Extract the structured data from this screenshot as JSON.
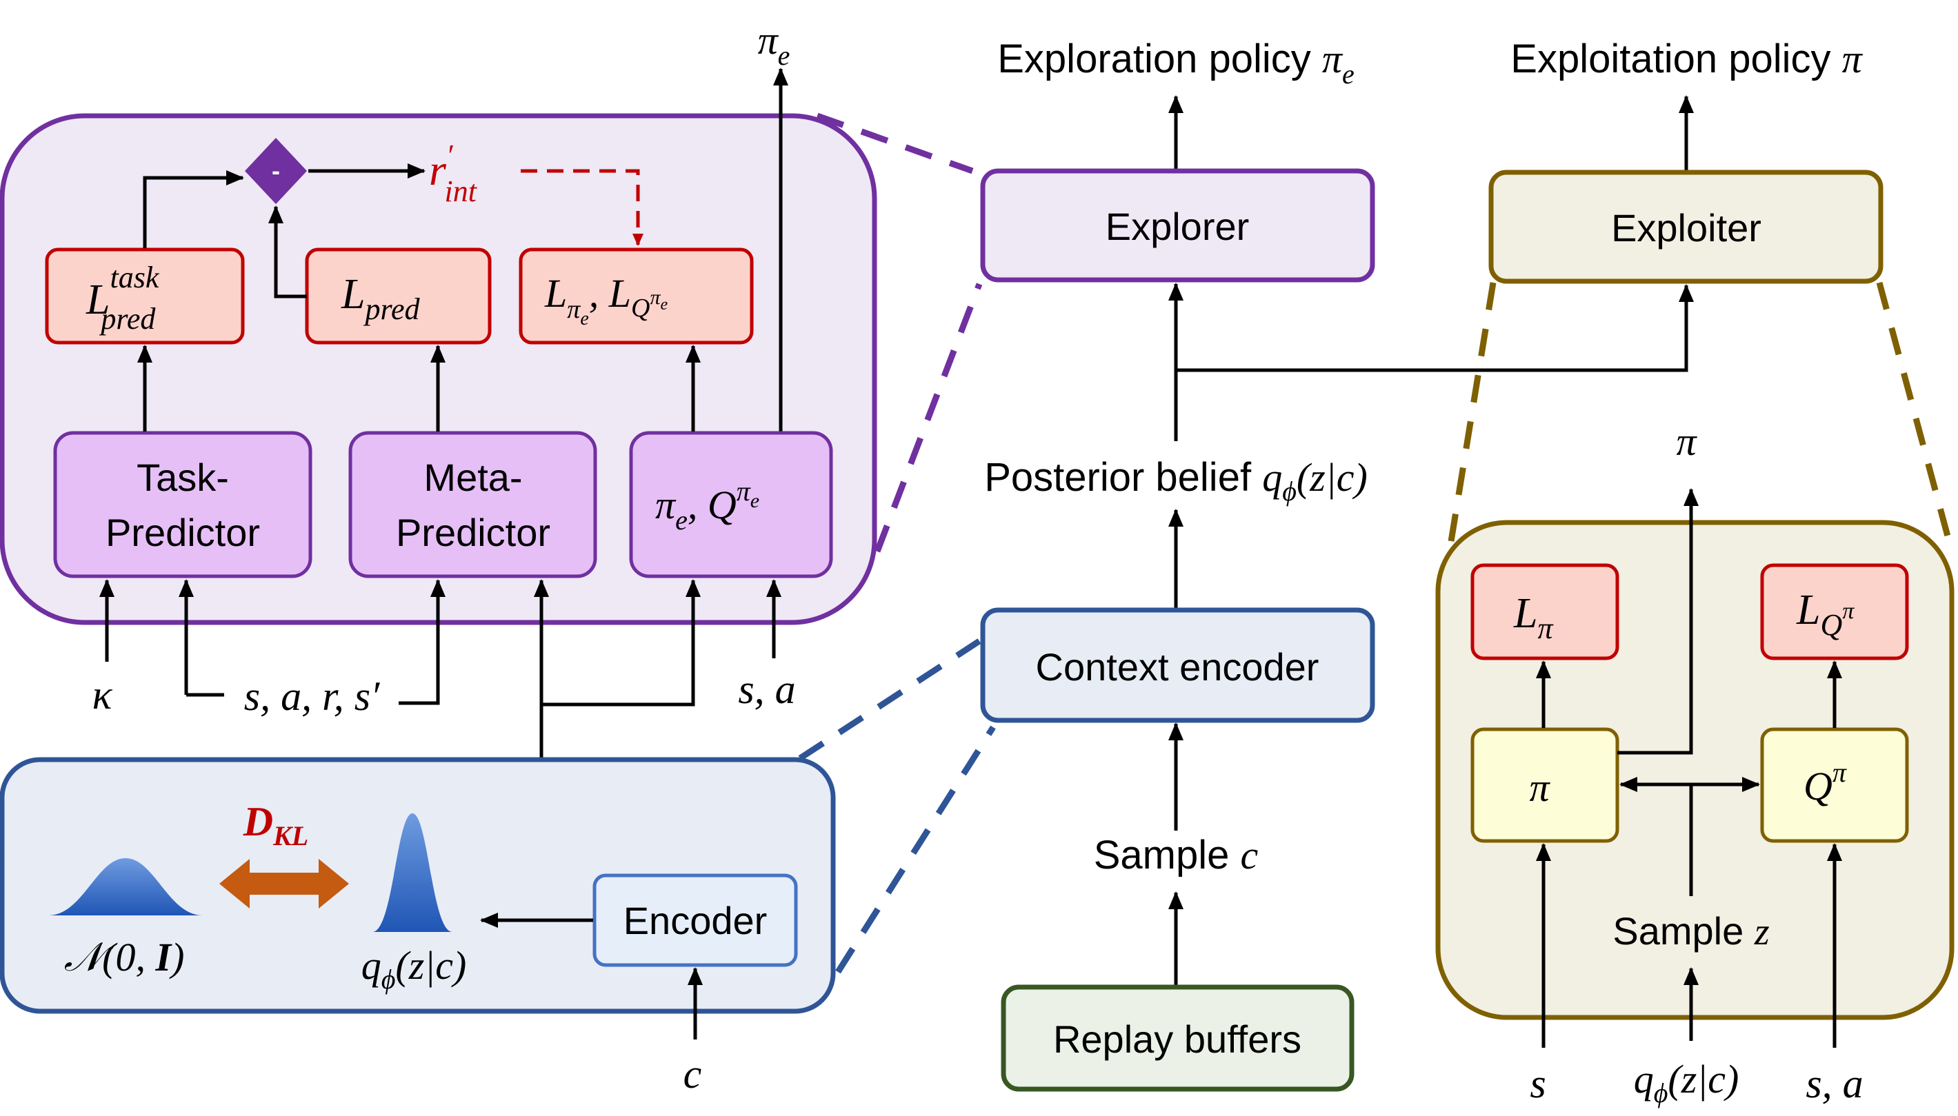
{
  "center": {
    "exploration_policy_label": "Exploration policy ",
    "exploitation_policy_label": "Exploitation policy ",
    "explorer": "Explorer",
    "exploiter": "Exploiter",
    "posterior_belief_label": "Posterior belief ",
    "context_encoder": "Context encoder",
    "sample_c_label": "Sample ",
    "replay_buffers": "Replay buffers"
  },
  "explorer_detail": {
    "task_predictor_line1": "Task-",
    "task_predictor_line2": "Predictor",
    "meta_predictor_line1": "Meta-",
    "meta_predictor_line2": "Predictor",
    "diamond_symbol": "-",
    "kappa_input": "κ",
    "sarsp_input": "s, a, r, s′",
    "sa_input": "s, a",
    "pi_e_output": "π"
  },
  "encoder_detail": {
    "dkl_label": "D",
    "encoder": "Encoder",
    "normal_label": "𝒩(0, ",
    "c_input": "c"
  },
  "exploiter_detail": {
    "pi_output": "π",
    "pi_box": "π",
    "sample_z_label": "Sample ",
    "s_input": "s",
    "sa_input": "s, a"
  },
  "colors": {
    "explorer_purple": "#7030a0",
    "explorer_fill": "#efe8f5",
    "predictor_fill": "#e6bff7",
    "loss_red": "#c00000",
    "loss_fill": "#fcd3cb",
    "encoder_blue": "#2f5597",
    "encoder_fill": "#e8ecf5",
    "exploiter_olive": "#7f6000",
    "exploiter_fill": "#f2efe3",
    "pi_fill": "#fdfdd8",
    "replay_green": "#385723",
    "replay_fill": "#ebf1e6",
    "kl_orange": "#c55a11",
    "gaussian_blue": "#2e6cc8"
  }
}
